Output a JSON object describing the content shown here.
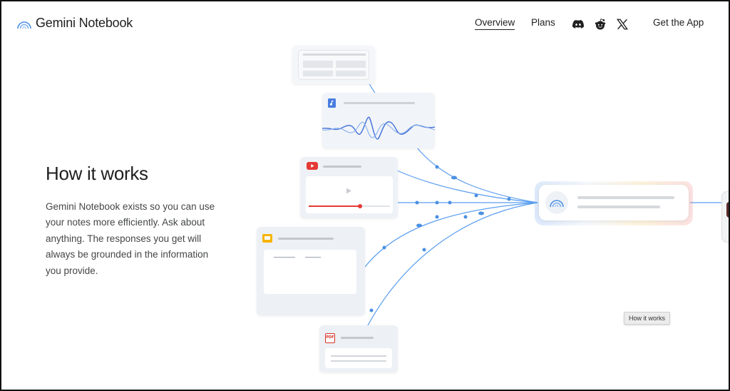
{
  "header": {
    "brand": "Gemini Notebook",
    "nav": {
      "overview": "Overview",
      "plans": "Plans",
      "get_app": "Get the App"
    },
    "social_icons": [
      "discord-icon",
      "reddit-icon",
      "x-icon"
    ]
  },
  "main": {
    "title": "How it works",
    "body": "Gemini Notebook exists so you can use your notes more efficiently. Ask about anything. The responses you get will always be grounded in the information you provide."
  },
  "diagram": {
    "source_icons": [
      "table-doc-icon",
      "audio-doc-icon",
      "youtube-icon",
      "slides-icon",
      "pdf-icon"
    ],
    "pdf_label": "PDF",
    "hub_icon": "gemini-logo-icon"
  },
  "tooltip": {
    "text": "How it works"
  },
  "colors": {
    "accent_blue": "#4a90e2",
    "line_blue": "#5b9ef0",
    "youtube_red": "#e53935",
    "slides_yellow": "#f6b400",
    "text_primary": "#1f1f1f",
    "text_secondary": "#444746"
  }
}
